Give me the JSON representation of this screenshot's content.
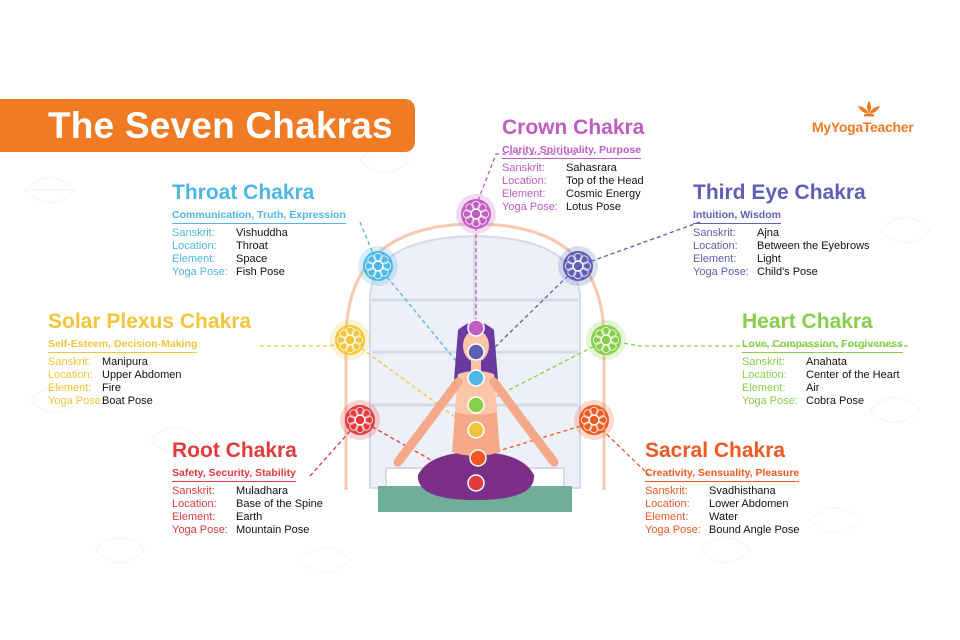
{
  "title": "The Seven Chakras",
  "brand": {
    "name": "MyYogaTeacher",
    "logo_icon": "yoga-lotus-logo-icon",
    "color": "#f07b24"
  },
  "field_labels": {
    "sanskrit": "Sanskrit:",
    "location": "Location:",
    "element": "Element:",
    "pose": "Yoga Pose:"
  },
  "chakras": [
    {
      "id": "crown",
      "name": "Crown Chakra",
      "qualities": "Clarity, Spirituality, Purpose",
      "sanskrit": "Sahasrara",
      "location": "Top of the Head",
      "element": "Cosmic Energy",
      "pose": "Lotus Pose",
      "color": "#c25bc2"
    },
    {
      "id": "third-eye",
      "name": "Third Eye Chakra",
      "qualities": "Intuition, Wisdom",
      "sanskrit": "Ajna",
      "location": "Between the Eyebrows",
      "element": "Light",
      "pose": "Child's Pose",
      "color": "#5e5fb5"
    },
    {
      "id": "throat",
      "name": "Throat Chakra",
      "qualities": "Communication, Truth, Expression",
      "sanskrit": "Vishuddha",
      "location": "Throat",
      "element": "Space",
      "pose": "Fish Pose",
      "color": "#4fb6e8"
    },
    {
      "id": "heart",
      "name": "Heart Chakra",
      "qualities": "Love, Compassion, Forgiveness",
      "sanskrit": "Anahata",
      "location": "Center of the Heart",
      "element": "Air",
      "pose": "Cobra Pose",
      "color": "#86cf4a"
    },
    {
      "id": "solar-plexus",
      "name": "Solar Plexus Chakra",
      "qualities": "Self-Esteem, Decision-Making",
      "sanskrit": "Manipura",
      "location": "Upper Abdomen",
      "element": "Fire",
      "pose": "Boat Pose",
      "color": "#f3c53a"
    },
    {
      "id": "sacral",
      "name": "Sacral Chakra",
      "qualities": "Creativity, Sensuality, Pleasure",
      "sanskrit": "Svadhisthana",
      "location": "Lower Abdomen",
      "element": "Water",
      "pose": "Bound Angle Pose",
      "color": "#f05a22"
    },
    {
      "id": "root",
      "name": "Root Chakra",
      "qualities": "Safety, Security, Stability",
      "sanskrit": "Muladhara",
      "location": "Base of the Spine",
      "element": "Earth",
      "pose": "Mountain Pose",
      "color": "#e23a3f"
    }
  ]
}
